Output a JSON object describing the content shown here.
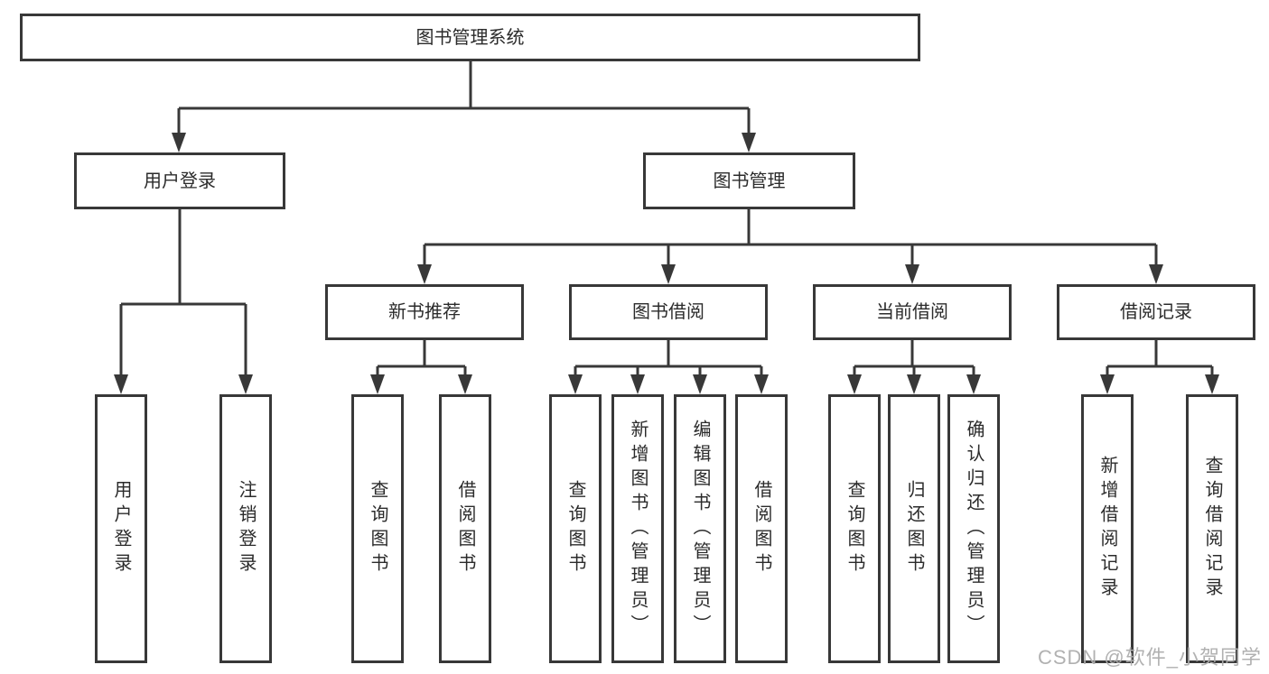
{
  "nodes": {
    "root": "图书管理系统",
    "level2": [
      "用户登录",
      "图书管理"
    ],
    "level3": [
      "新书推荐",
      "图书借阅",
      "当前借阅",
      "借阅记录"
    ],
    "leaves": {
      "user_login": [
        "用户登录",
        "注销登录"
      ],
      "new_book": [
        "查询图书",
        "借阅图书"
      ],
      "book_borrow": [
        "查询图书",
        "新增图书（管理员）",
        "编辑图书（管理员）",
        "借阅图书"
      ],
      "current_borrow": [
        "查询图书",
        "归还图书",
        "确认归还（管理员）"
      ],
      "borrow_record": [
        "新增借阅记录",
        "查询借阅记录"
      ]
    }
  },
  "colors": {
    "line": "#383838",
    "box_border": "#383838",
    "box_fill": "#ffffff",
    "text": "#2b2b2b",
    "watermark": "#adadad",
    "background": "#ffffff"
  },
  "watermark": {
    "text": "CSDN @软件_小贺同学"
  }
}
